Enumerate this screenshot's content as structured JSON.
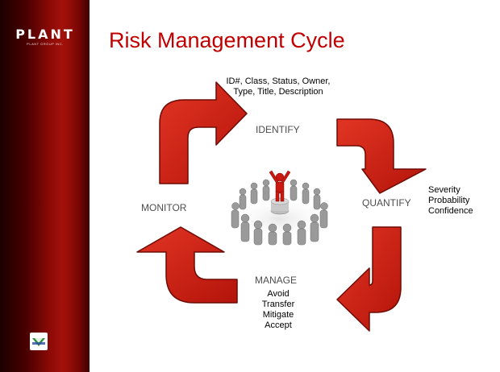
{
  "logo": {
    "name": "PLANT",
    "tagline": "PLANT GROUP INC."
  },
  "slide": {
    "title": "Risk Management Cycle"
  },
  "cycle": {
    "identify": {
      "label": "IDENTIFY",
      "details": [
        "ID#, Class, Status, Owner,",
        "Type, Title, Description"
      ]
    },
    "quantify": {
      "label": "QUANTIFY",
      "details": [
        "Severity",
        "Probability",
        "Confidence"
      ]
    },
    "manage": {
      "label": "MANAGE",
      "details": [
        "Avoid",
        "Transfer",
        "Mitigate",
        "Accept"
      ]
    },
    "monitor": {
      "label": "MONITOR"
    }
  },
  "colors": {
    "title": "#c00000",
    "arrow_fill": "#cc1b10",
    "arrow_stroke": "#6e0b05",
    "sidebar": "#8a0a06"
  },
  "icons": [
    "plant-logo",
    "people-circle-graphic",
    "company-emblem-icon"
  ]
}
